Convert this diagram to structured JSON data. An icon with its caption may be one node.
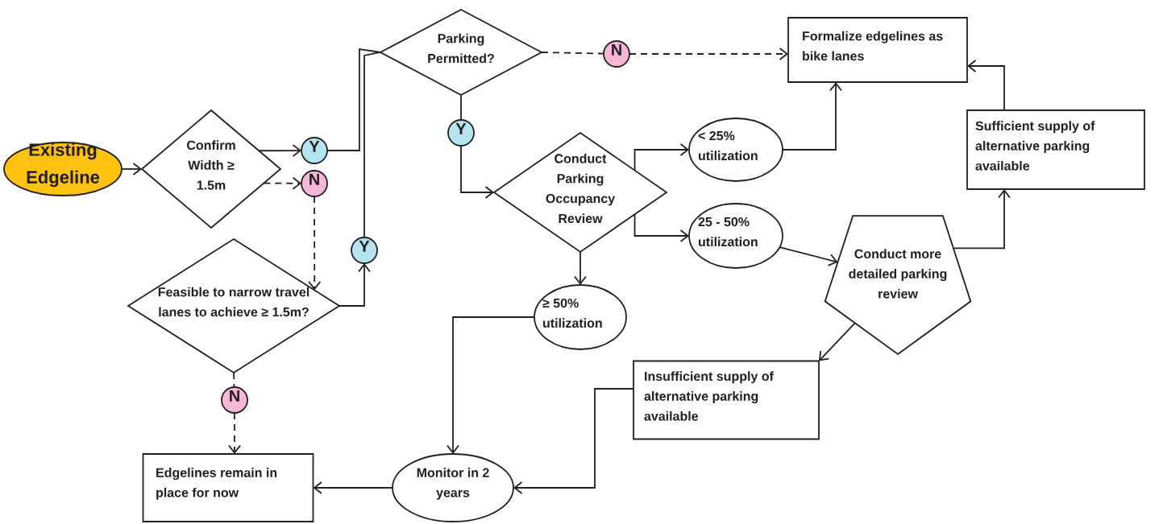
{
  "diagram": {
    "nodes": [
      {
        "text": [
          "Existing Edgeline"
        ]
      },
      {
        "text": [
          "Confirm Width ≥ 1.5m"
        ]
      },
      {
        "text": [
          "Y"
        ]
      },
      {
        "text": [
          "N"
        ]
      },
      {
        "text": [
          "Parking Permitted?"
        ]
      },
      {
        "text": [
          "N"
        ]
      },
      {
        "text": [
          "Formalize edgelines as bike lanes"
        ]
      },
      {
        "text": [
          "Y"
        ]
      },
      {
        "text": [
          "Conduct Parking Occupancy Review"
        ]
      },
      {
        "text": [
          "< 25% utilization"
        ]
      },
      {
        "text": [
          "Sufficient supply of alternative parking available"
        ]
      },
      {
        "text": [
          "25 - 50% utilization"
        ]
      },
      {
        "text": [
          "Conduct more detailed parking review"
        ]
      },
      {
        "text": [
          "Y"
        ]
      },
      {
        "text": [
          "Feasible to narrow travel lanes to achieve ≥ 1.5m?"
        ]
      },
      {
        "text": [
          "≥ 50% utilization"
        ]
      },
      {
        "text": [
          "Insufficient supply of alternative parking available"
        ]
      },
      {
        "text": [
          "N"
        ]
      },
      {
        "text": [
          "Edgelines remain in place for now"
        ]
      },
      {
        "text": [
          "Monitor in 2 years"
        ]
      }
    ],
    "edges": [
      {
        "from": 0,
        "to": 1,
        "arrow": "to"
      },
      {
        "from": 1,
        "to": 2,
        "arrow": "to"
      },
      {
        "from": 2,
        "to": 4,
        "arrow": "none"
      },
      {
        "from": 1,
        "to": 3,
        "arrow": "to",
        "style": "dashed"
      },
      {
        "from": 3,
        "to": 14,
        "arrow": "to",
        "style": "dashed"
      },
      {
        "from": 14,
        "to": 13,
        "arrow": "to"
      },
      {
        "from": 13,
        "to": 4,
        "arrow": "none"
      },
      {
        "from": 4,
        "to": 5,
        "arrow": "none",
        "style": "dashed"
      },
      {
        "from": 5,
        "to": 6,
        "arrow": "to",
        "style": "dashed"
      },
      {
        "from": 4,
        "to": 7,
        "arrow": "none"
      },
      {
        "from": 7,
        "to": 8,
        "arrow": "to"
      },
      {
        "from": 8,
        "to": 9,
        "arrow": "to"
      },
      {
        "from": 8,
        "to": 11,
        "arrow": "to"
      },
      {
        "from": 9,
        "to": 6,
        "arrow": "to"
      },
      {
        "from": 11,
        "to": 12,
        "arrow": "to"
      },
      {
        "from": 12,
        "to": 10,
        "arrow": "to"
      },
      {
        "from": 10,
        "to": 6,
        "arrow": "to"
      },
      {
        "from": 8,
        "to": 15,
        "arrow": "to"
      },
      {
        "from": 12,
        "to": 16,
        "arrow": "to"
      },
      {
        "from": 15,
        "to": 19,
        "arrow": "to"
      },
      {
        "from": 16,
        "to": 19,
        "arrow": "to"
      },
      {
        "from": 19,
        "to": 18,
        "arrow": "to"
      },
      {
        "from": 14,
        "to": 17,
        "arrow": "none",
        "style": "dashed"
      },
      {
        "from": 17,
        "to": 18,
        "arrow": "to",
        "style": "dashed"
      }
    ]
  }
}
